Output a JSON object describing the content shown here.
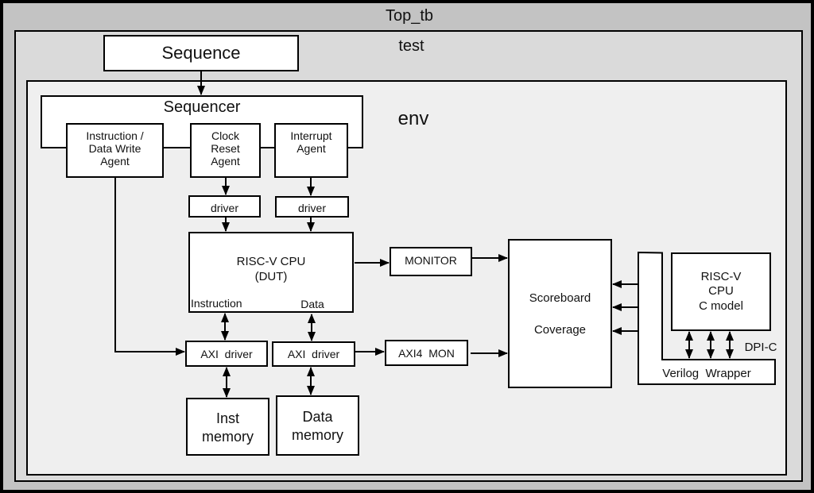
{
  "colors": {
    "top_tb_bg": "#c3c3c3",
    "test_bg": "#dadada",
    "env_bg": "#efefef",
    "block_bg": "#ffffff",
    "line": "#000000"
  },
  "containers": {
    "top_tb": "Top_tb",
    "test": "test",
    "env": "env"
  },
  "blocks": {
    "sequence": "Sequence",
    "sequencer": "Sequencer",
    "instr_data_agent": "Instruction /\nData Write\nAgent",
    "clock_reset_agent": "Clock\nReset\nAgent",
    "interrupt_agent": "Interrupt\nAgent",
    "driver_clock": "driver",
    "driver_interrupt": "driver",
    "dut": "RISC-V CPU\n(DUT)",
    "dut_port_instruction": "Instruction",
    "dut_port_data": "Data",
    "monitor": "MONITOR",
    "axi_driver_inst": "AXI  driver",
    "axi_driver_data": "AXI  driver",
    "axi4_mon": "AXI4  MON",
    "inst_memory": "Inst\nmemory",
    "data_memory": "Data\nmemory",
    "scoreboard": "Scoreboard",
    "coverage": "Coverage",
    "c_model": "RISC-V\nCPU\nC model",
    "dpi_c": "DPI-C",
    "verilog_wrapper": "Verilog  Wrapper"
  },
  "connections": [
    {
      "from": "Sequence",
      "to": "Sequencer",
      "type": "arrow"
    },
    {
      "from": "Clock Reset Agent",
      "to": "driver",
      "type": "arrow"
    },
    {
      "from": "Interrupt Agent",
      "to": "driver",
      "type": "arrow"
    },
    {
      "from": "driver",
      "to": "RISC-V CPU (DUT)",
      "type": "arrow"
    },
    {
      "from": "driver",
      "to": "RISC-V CPU (DUT)",
      "type": "arrow"
    },
    {
      "from": "RISC-V CPU (DUT)",
      "to": "MONITOR",
      "type": "arrow"
    },
    {
      "from": "MONITOR",
      "to": "Scoreboard",
      "type": "arrow"
    },
    {
      "from": "Instruction / Data Write Agent",
      "to": "AXI driver (inst)",
      "type": "arrow"
    },
    {
      "from": "DUT Instruction",
      "to": "AXI driver (inst)",
      "type": "bidirectional"
    },
    {
      "from": "DUT Data",
      "to": "AXI driver (data)",
      "type": "bidirectional"
    },
    {
      "from": "AXI driver (inst)",
      "to": "Inst memory",
      "type": "bidirectional"
    },
    {
      "from": "AXI driver (data)",
      "to": "Data memory",
      "type": "bidirectional"
    },
    {
      "from": "AXI driver (data)",
      "to": "AXI4 MON",
      "type": "arrow"
    },
    {
      "from": "AXI4 MON",
      "to": "Scoreboard",
      "type": "arrow"
    },
    {
      "from": "Verilog Wrapper",
      "to": "Scoreboard",
      "type": "arrow",
      "count": 3
    },
    {
      "from": "RISC-V CPU C model",
      "to": "Verilog Wrapper",
      "type": "bidirectional",
      "count": 3,
      "label": "DPI-C"
    }
  ]
}
